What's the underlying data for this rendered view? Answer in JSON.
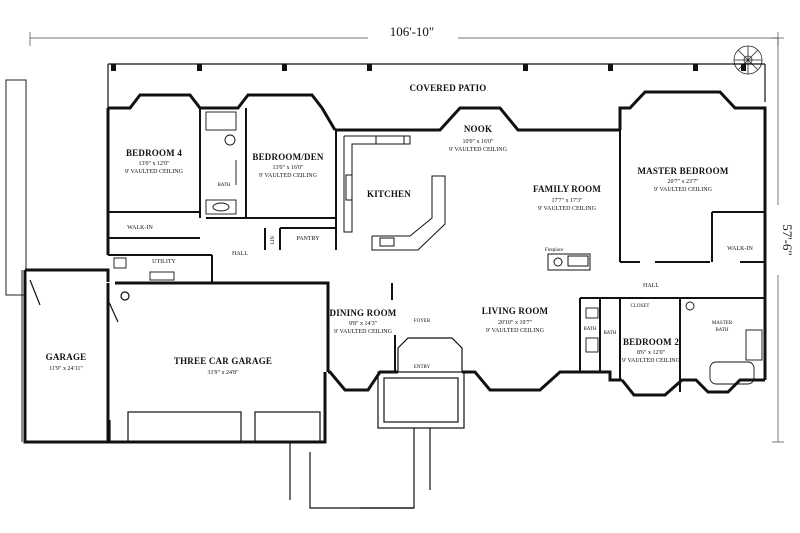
{
  "dimensions": {
    "overall_width": "106'-10\"",
    "overall_depth": "57'-6\""
  },
  "rooms": {
    "covered_patio": {
      "name": "COVERED PATIO"
    },
    "nook": {
      "name": "NOOK",
      "size": "10'0\" x 16'0\"",
      "note": "9' VAULTED CEILING"
    },
    "bedroom4": {
      "name": "BEDROOM 4",
      "size": "13'0\" x 12'0\"",
      "note": "9' VAULTED CEILING"
    },
    "bedroom_den": {
      "name": "BEDROOM/DEN",
      "size": "13'0\" x 16'0\"",
      "note": "9' VAULTED CEILING"
    },
    "kitchen": {
      "name": "KITCHEN"
    },
    "family_room": {
      "name": "FAMILY ROOM",
      "size": "17'7\" x 17'3\"",
      "note": "9' VAULTED CEILING"
    },
    "master_bedroom": {
      "name": "MASTER BEDROOM",
      "size": "20'7\" x 23'7\"",
      "note": "9' VAULTED CEILING"
    },
    "bath": {
      "name": "BATH"
    },
    "walk_in_left": {
      "name": "WALK-IN"
    },
    "walk_in_right": {
      "name": "WALK-IN"
    },
    "hall_left": {
      "name": "HALL"
    },
    "hall_right": {
      "name": "HALL"
    },
    "linen": {
      "name": "LIN"
    },
    "pantry": {
      "name": "PANTRY"
    },
    "utility": {
      "name": "UTILITY"
    },
    "fireplace": {
      "name": "Fireplace"
    },
    "garage": {
      "name": "GARAGE",
      "size": "11'9\" x 24'11\""
    },
    "three_car_garage": {
      "name": "THREE CAR GARAGE",
      "size": "31'9\" x 24'8\""
    },
    "dining_room": {
      "name": "DINING ROOM",
      "size": "9'8\" x 14'3\"",
      "note": "9' VAULTED CEILING"
    },
    "foyer": {
      "name": "FOYER"
    },
    "entry": {
      "name": "ENTRY"
    },
    "living_room": {
      "name": "LIVING ROOM",
      "size": "20'10\" x 19'7\"",
      "note": "9' VAULTED CEILING"
    },
    "closet": {
      "name": "CLOSET"
    },
    "bath2": {
      "name": "BATH"
    },
    "bath3": {
      "name": "BATH"
    },
    "bedroom2": {
      "name": "BEDROOM 2",
      "size": "8'6\" x 12'0\"",
      "note": "9' VAULTED CEILING"
    },
    "master_bath": {
      "name": "MASTER BATH"
    }
  }
}
